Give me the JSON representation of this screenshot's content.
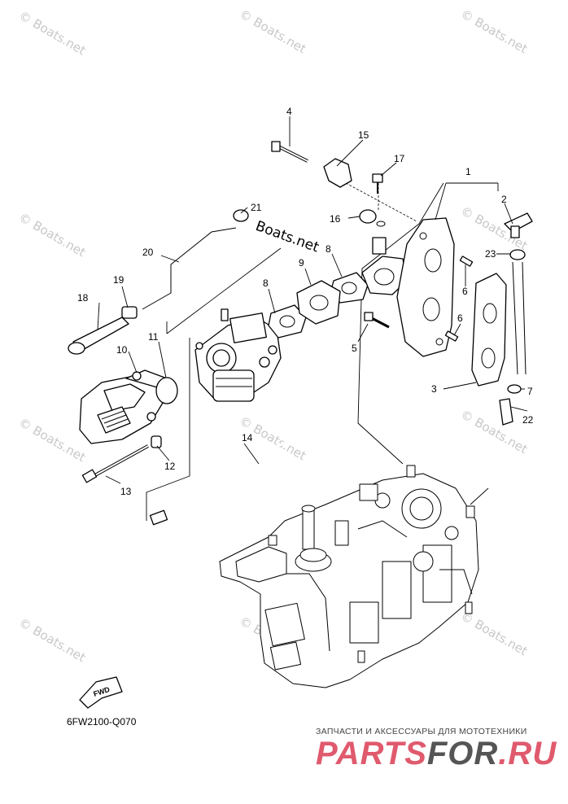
{
  "watermark": "© Boats.net",
  "center_watermark": "Boats.net",
  "diagram_code": "6FW2100-Q070",
  "fwd_label": "FWD",
  "footer": {
    "tagline": "ЗАПЧАСТИ И АКСЕССУАРЫ ДЛЯ МОТОТЕХНИКИ",
    "brand_a": "PARTS",
    "brand_b": "FOR",
    "brand_c": ".RU",
    "brand_color": "#e05a6e"
  },
  "callouts": {
    "n1": "1",
    "n2": "2",
    "n3": "3",
    "n4": "4",
    "n5": "5",
    "n6a": "6",
    "n6b": "6",
    "n7": "7",
    "n8a": "8",
    "n8b": "8",
    "n9": "9",
    "n10": "10",
    "n11": "11",
    "n12": "12",
    "n13": "13",
    "n14": "14",
    "n15": "15",
    "n16": "16",
    "n17": "17",
    "n18": "18",
    "n19": "19",
    "n20": "20",
    "n21": "21",
    "n22": "22",
    "n23": "23"
  }
}
